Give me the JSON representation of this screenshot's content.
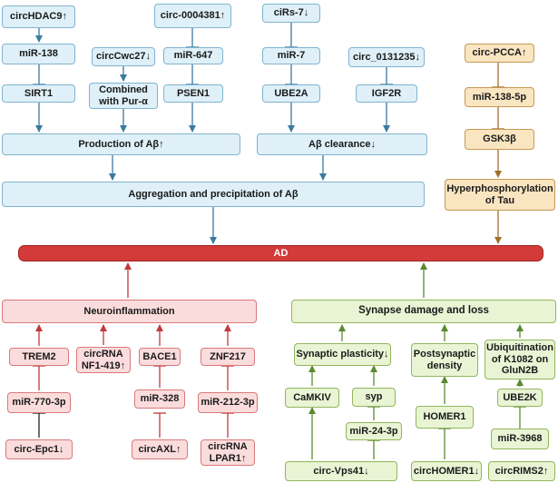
{
  "nodes": {
    "circHDAC9": "circHDAC9↑",
    "miR138": "miR-138",
    "SIRT1": "SIRT1",
    "circCwc27": "circCwc27↓",
    "combined": "Combined\nwith Pur-α",
    "circ0004381": "circ-0004381↑",
    "miR647": "miR-647",
    "PSEN1": "PSEN1",
    "ciRs7": "ciRs-7↓",
    "miR7": "miR-7",
    "UBE2A": "UBE2A",
    "circ0131235": "circ_0131235↓",
    "IGF2R": "IGF2R",
    "production": "Production of Aβ↑",
    "clearance": "Aβ clearance↓",
    "aggregation": "Aggregation and precipitation of Aβ",
    "circPCCA": "circ-PCCA↑",
    "miR1385p": "miR-138-5p",
    "GSK3b": "GSK3β",
    "hyperphosphorylation": "Hyperphosphorylation\nof Tau",
    "AD": "AD",
    "neuroinflammation": "Neuroinflammation",
    "TREM2": "TREM2",
    "NF1419": "circRNA\nNF1-419↑",
    "BACE1": "BACE1",
    "ZNF217": "ZNF217",
    "miR7703p": "miR-770-3p",
    "miR328": "miR-328",
    "miR2123p": "miR-212-3p",
    "circEpc1": "circ-Epc1↓",
    "circAXL": "circAXL↑",
    "LPAR1": "circRNA\nLPAR1↑",
    "synapse": "Synapse damage and loss",
    "plasticity": "Synaptic plasticity↓",
    "postsynaptic": "Postsynaptic\ndensity",
    "ubiquitination": "Ubiquitination\nof K1082 on\nGluN2B",
    "CaMKIV": "CaMKIV",
    "syp": "syp",
    "HOMER1": "HOMER1",
    "UBE2K": "UBE2K",
    "miR243p": "miR-24-3p",
    "miR3968": "miR-3968",
    "circVps41": "circ-Vps41↓",
    "circHOMER1": "circHOMER1↓",
    "circRIMS2": "circRIMS2↑"
  },
  "colors": {
    "blue_fill": "#dff0f8",
    "blue_stroke": "#7fb4cf",
    "tan_fill": "#fae5c1",
    "pink_fill": "#fbdcdc",
    "green_fill": "#e9f4d5",
    "ad_fill": "#d23b3a"
  }
}
